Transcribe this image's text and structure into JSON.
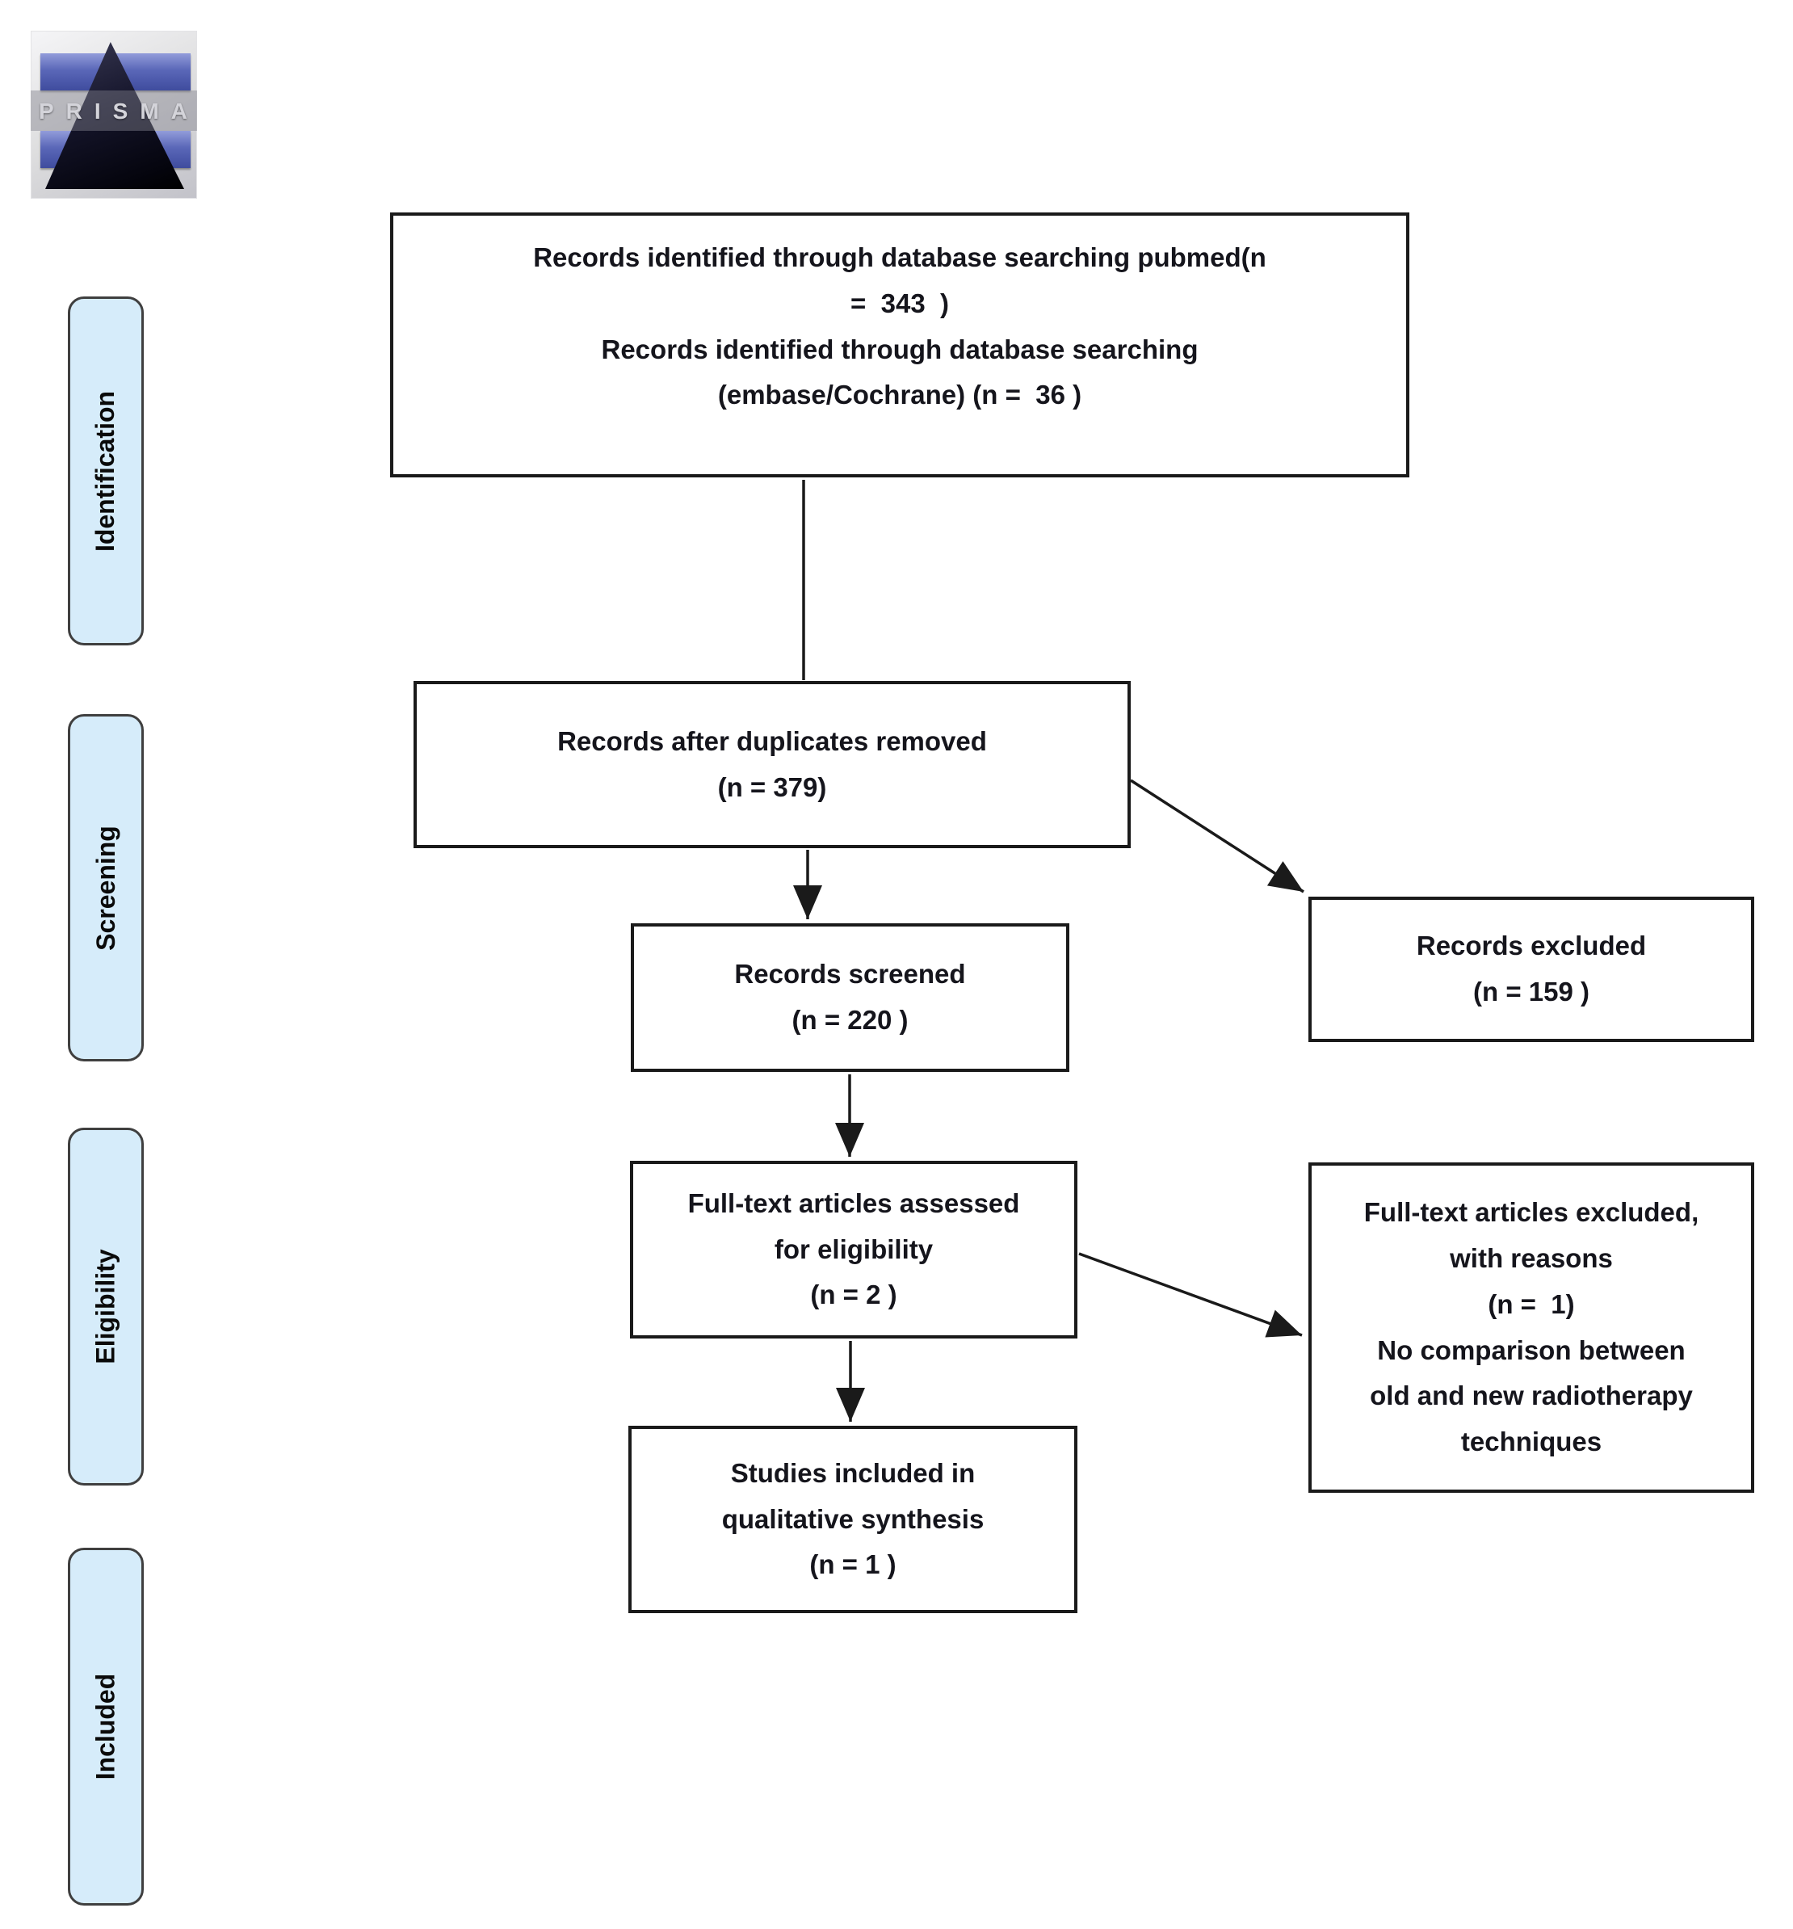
{
  "logo": {
    "text": "PRISMA"
  },
  "stages": [
    {
      "label": "Identification"
    },
    {
      "label": "Screening"
    },
    {
      "label": "Eligibility"
    },
    {
      "label": "Included"
    }
  ],
  "boxes": {
    "identified": {
      "text": "Records identified through database searching pubmed(n\n=  343  )\nRecords identified through database searching\n(embase/Cochrane) (n =  36 )"
    },
    "deduplicated": {
      "text": "Records after duplicates removed\n(n = 379)"
    },
    "screened": {
      "text": "Records screened\n(n = 220 )"
    },
    "records_excluded": {
      "text": "Records excluded\n(n = 159 )"
    },
    "fulltext_assessed": {
      "text": "Full-text articles assessed\nfor eligibility\n(n = 2 )"
    },
    "fulltext_excluded": {
      "text": "Full-text articles excluded,\nwith reasons\n(n =  1)\nNo comparison between\nold and new radiotherapy\ntechniques"
    },
    "included_qualitative": {
      "text": "Studies included in\nqualitative synthesis\n(n = 1 )"
    }
  },
  "colors": {
    "stage_fill": "#d6ecfa",
    "stage_border": "#3f3f3f",
    "box_border": "#1a1a1a",
    "arrow": "#1a1a1a",
    "text": "#15151c"
  }
}
